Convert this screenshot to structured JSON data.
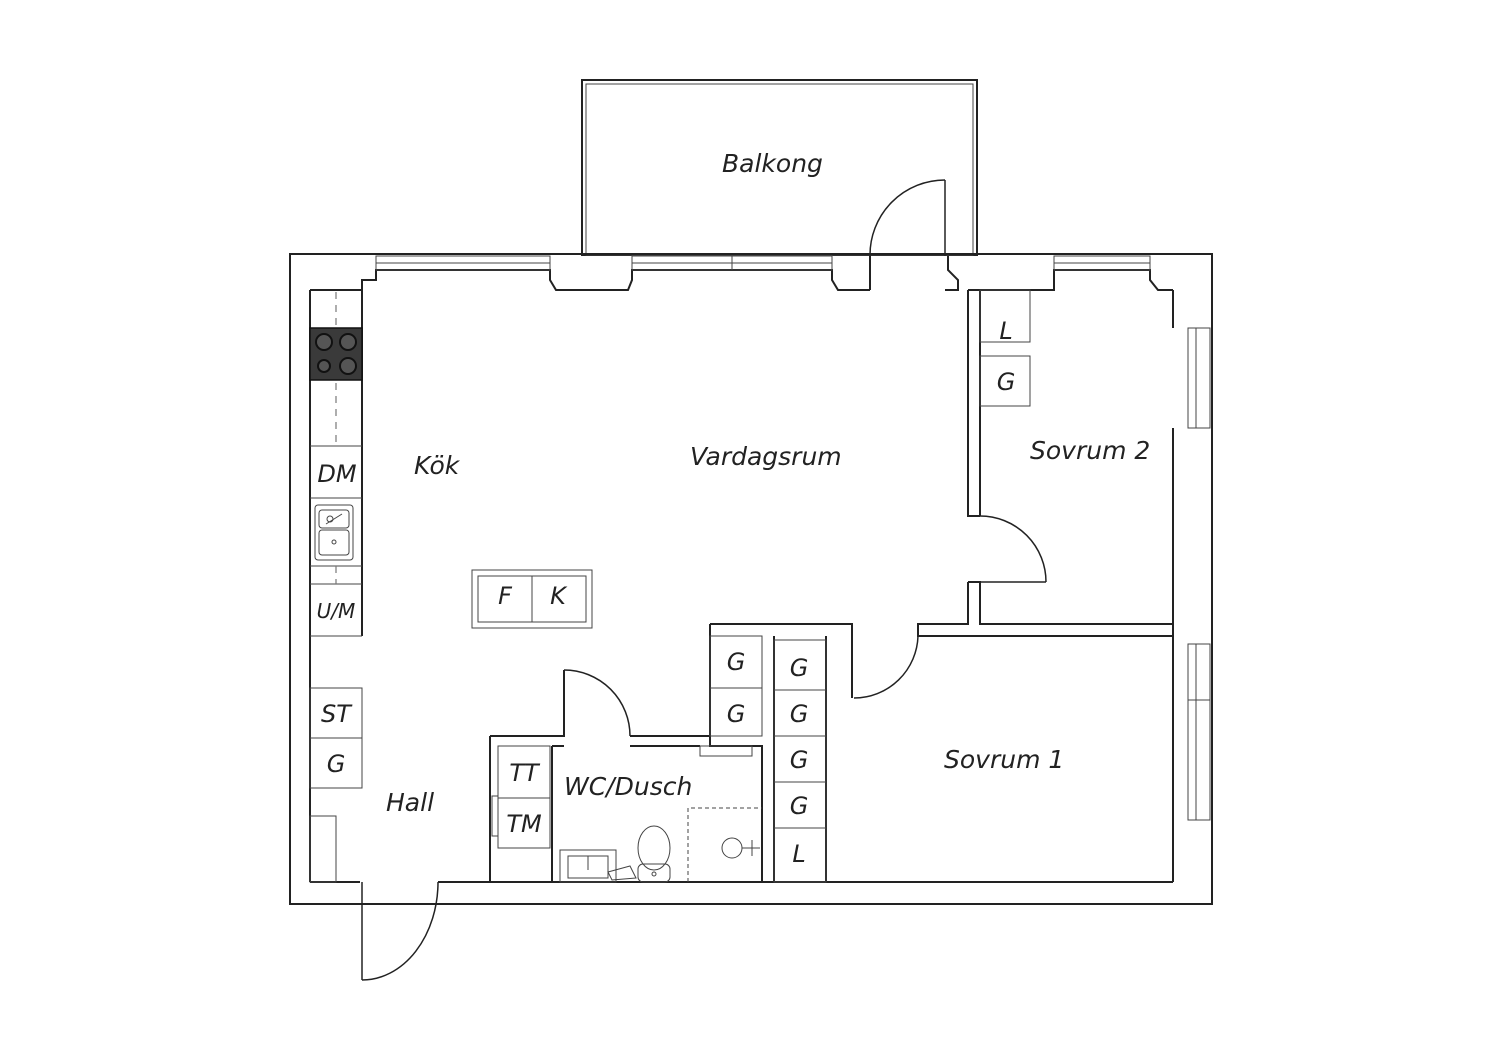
{
  "rooms": {
    "balkong": "Balkong",
    "kok": "Kök",
    "vardagsrum": "Vardagsrum",
    "sovrum2": "Sovrum 2",
    "sovrum1": "Sovrum 1",
    "wc": "WC/Dusch",
    "hall": "Hall"
  },
  "fixtures": {
    "dm": "DM",
    "um": "U/M",
    "st": "ST",
    "g": "G",
    "l": "L",
    "f": "F",
    "k": "K",
    "tt": "TT",
    "tm": "TM"
  }
}
